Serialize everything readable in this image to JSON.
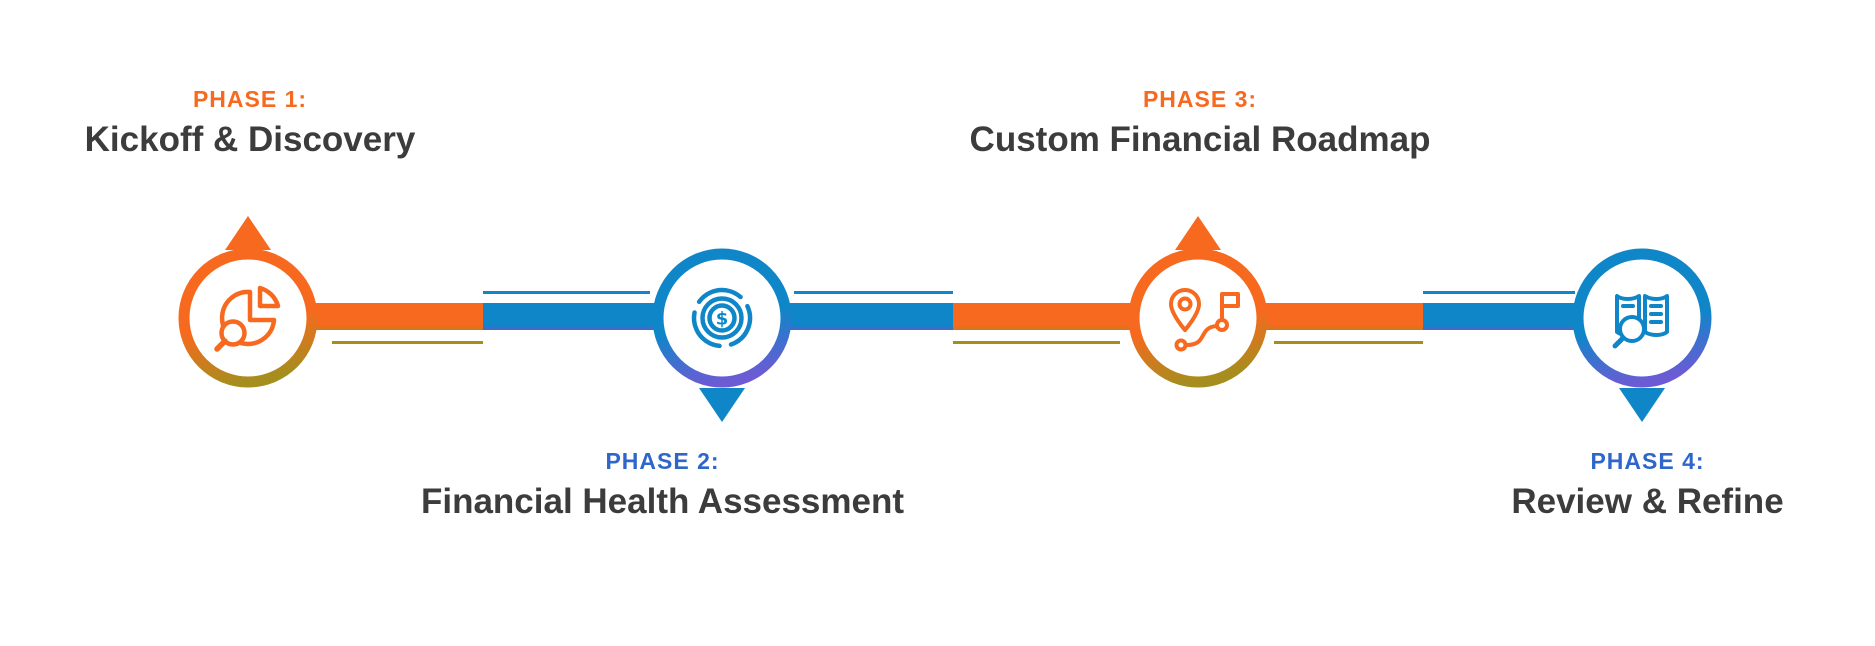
{
  "infographic": {
    "type": "process-timeline",
    "phase_count": 4
  },
  "colors": {
    "orange": "#F7691E",
    "blue": "#0E86C8",
    "label_blue": "#2E66C9",
    "title_gray": "#3C3C3C",
    "olive_accent": "#A58E1E",
    "purple_accent": "#6C5BD4",
    "background": "#FFFFFF"
  },
  "glyphs": {
    "dollar": "$"
  },
  "phases": [
    {
      "label": "PHASE 1:",
      "title": "Kickoff & Discovery",
      "accent": "orange",
      "icon": "pie-chart-magnifier-icon",
      "label_position": "above",
      "pointer": "up"
    },
    {
      "label": "PHASE 2:",
      "title": "Financial Health Assessment",
      "accent": "blue",
      "icon": "dollar-target-icon",
      "label_position": "below",
      "pointer": "down"
    },
    {
      "label": "PHASE 3:",
      "title": "Custom Financial Roadmap",
      "accent": "orange",
      "icon": "roadmap-pin-flag-icon",
      "label_position": "above",
      "pointer": "up"
    },
    {
      "label": "PHASE 4:",
      "title": "Review & Refine",
      "accent": "blue",
      "icon": "book-magnifier-icon",
      "label_position": "below",
      "pointer": "down"
    }
  ]
}
